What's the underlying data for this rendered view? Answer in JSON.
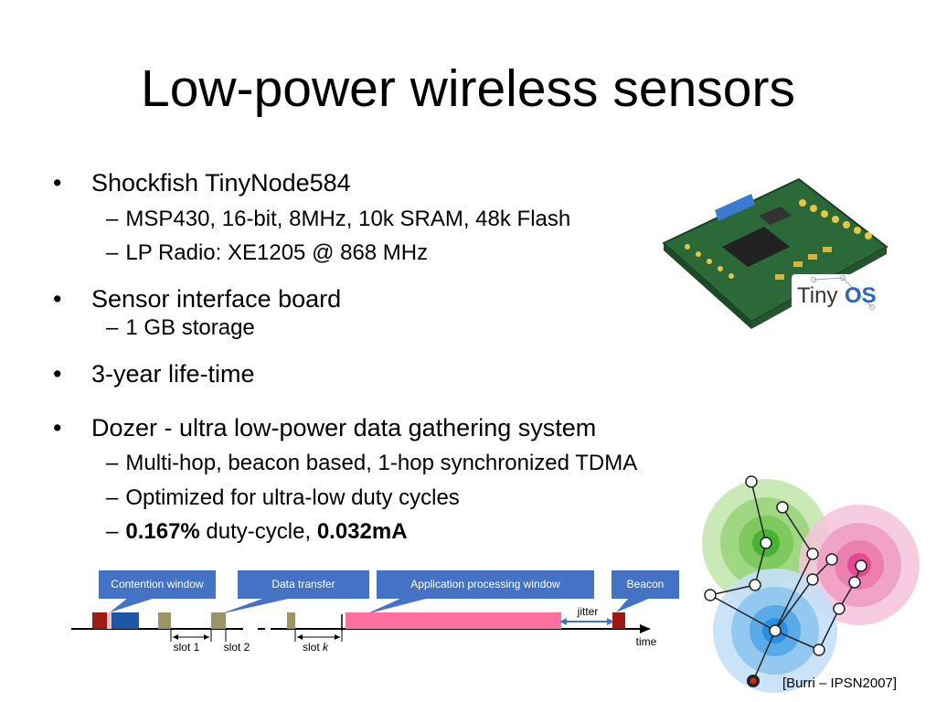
{
  "slide": {
    "title": "Low-power wireless sensors",
    "bullets": [
      {
        "text": "Shockfish TinyNode584",
        "subs": [
          "MSP430, 16-bit, 8MHz, 10k SRAM, 48k Flash",
          "LP Radio: XE1205 @ 868 MHz"
        ]
      },
      {
        "text": "Sensor interface board",
        "subs": [
          "1 GB storage"
        ]
      },
      {
        "text": "3-year life-time",
        "subs": []
      },
      {
        "text": "Dozer - ultra low-power data gathering system",
        "subs": [
          "Multi-hop, beacon based, 1-hop synchronized TDMA",
          "Optimized for ultra-low duty cycles"
        ]
      }
    ],
    "duty": {
      "value": "0.167%",
      "label": " duty-cycle, ",
      "current": "0.032mA"
    },
    "bullet_glyph": "•",
    "dash_glyph": "–",
    "citation": "[Burri – IPSN2007]"
  },
  "timeline": {
    "callouts": [
      "Contention window",
      "Data transfer",
      "Application processing window",
      "Beacon"
    ],
    "labels": {
      "slot1": "slot 1",
      "slot2": "slot 2",
      "slotk_prefix": "slot ",
      "slotk_var": "k",
      "jitter": "jitter",
      "time": "time"
    }
  },
  "logo": {
    "tiny": "Tiny",
    "os": "OS"
  },
  "colors": {
    "callout_blue": "#4472c4",
    "contention_red": "#9e1b14",
    "contention_blue": "#1f57a8",
    "slot_olive": "#9b9466",
    "app_pink": "#ff6fa0",
    "beacon_red": "#a01812",
    "cluster_green": "#5bbf3f",
    "cluster_pink": "#e8458f",
    "cluster_blue": "#2a8fe0"
  }
}
